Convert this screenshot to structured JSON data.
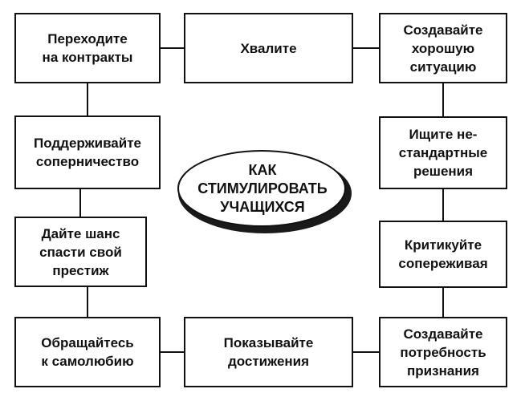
{
  "center": {
    "title": "КАК\nСТИМУЛИРОВАТЬ\nУЧАЩИХСЯ"
  },
  "boxes": {
    "top_left": "Переходите\nна контракты",
    "top_mid": "Хвалите",
    "top_right": "Создавайте\nхорошую\nситуацию",
    "left_2": "Поддерживайте\nсоперничество",
    "left_3": "Дайте шанс\nспасти свой\nпрестиж",
    "bot_left": "Обращайтесь\nк самолюбию",
    "bot_mid": "Показывайте\nдостижения",
    "bot_right": "Создавайте\nпотребность\nпризнания",
    "right_2": "Ищите не-\nстандартные\nрешения",
    "right_3": "Критикуйте\nсопереживая"
  },
  "colors": {
    "ink": "#111111",
    "background": "#ffffff"
  }
}
